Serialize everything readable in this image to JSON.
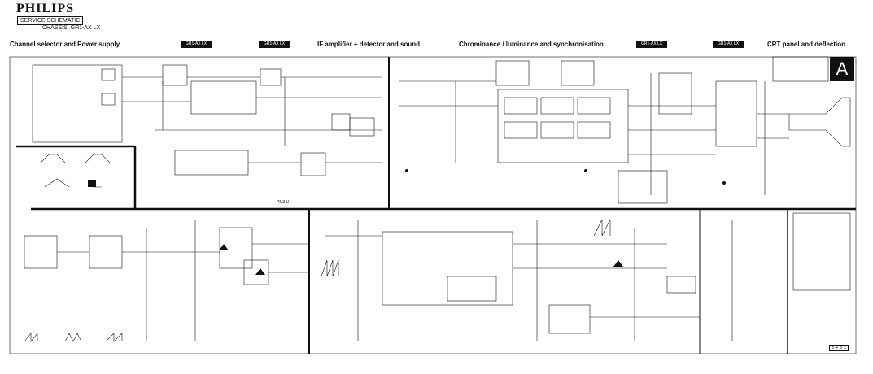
{
  "header": {
    "brand": "PHILIPS",
    "subtitle": "SERVICE SCHEMATIC",
    "chassis": "CHASSIS: GR1-AX LX"
  },
  "sections": {
    "channel": "Channel selector and Power supply",
    "if_amp": "IF amplifier + detector and sound",
    "chroma": "Chrominance / luminance and synchronisation",
    "crt": "CRT panel and deflection"
  },
  "tags": {
    "t1": "GR1-AX LX",
    "t2": "GR1-AX LX",
    "t3": "GR1-AX LX",
    "t4": "GR1-AX LX"
  },
  "panel_badge": "A",
  "labels": {
    "pm_label": "PM3 U",
    "page_no": "3 4 5 1"
  }
}
